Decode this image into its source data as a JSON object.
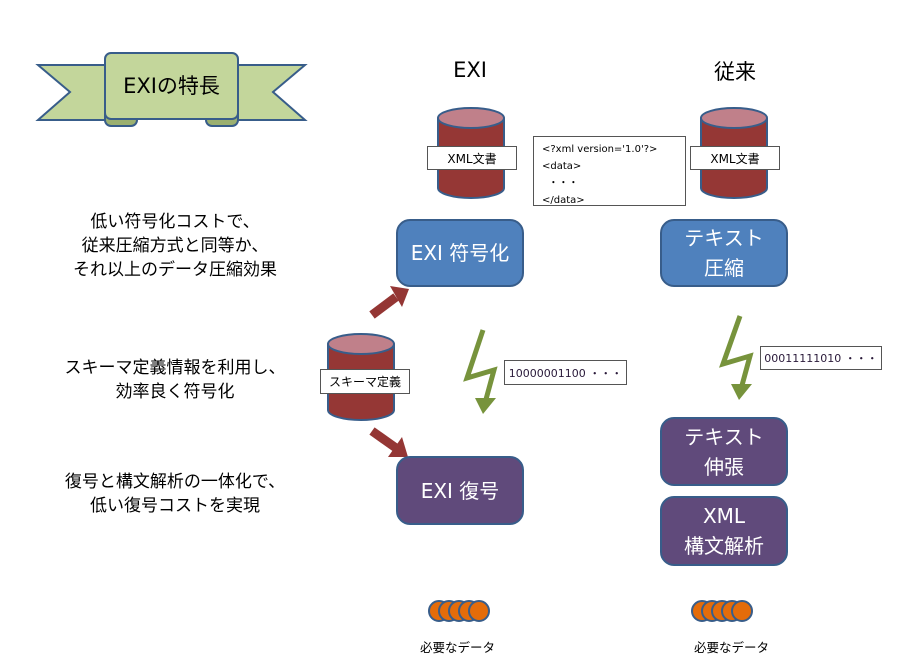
{
  "banner": {
    "title": "EXIの特長"
  },
  "columns": {
    "exi": "EXI",
    "conventional": "従来"
  },
  "features": [
    {
      "lines": [
        "低い符号化コストで、",
        "従来圧縮方式と同等か、",
        "それ以上のデータ圧縮効果"
      ]
    },
    {
      "lines": [
        "スキーマ定義情報を利用し、",
        "効率良く符号化"
      ]
    },
    {
      "lines": [
        "復号と構文解析の一体化で、",
        "低い復号コストを実現"
      ]
    }
  ],
  "databases": {
    "exi_doc": "XML文書",
    "conventional_doc": "XML文書",
    "schema": "スキーマ定義"
  },
  "xml_sample": {
    "lines": [
      "<?xml version='1.0'?>",
      "<data>",
      "  ・・・",
      "</data>"
    ]
  },
  "process_boxes": {
    "exi_encode": {
      "lines": [
        "EXI 符号化"
      ]
    },
    "exi_decode": {
      "lines": [
        "EXI 復号"
      ]
    },
    "text_compress": {
      "lines": [
        "テキスト",
        "圧縮"
      ]
    },
    "text_decompress": {
      "lines": [
        "テキスト",
        "伸張"
      ]
    },
    "xml_parse": {
      "lines": [
        "XML",
        "構文解析"
      ]
    }
  },
  "bitstreams": {
    "exi": "10000001100 ・・・",
    "conventional": "00011111010 ・・・"
  },
  "outputs": {
    "exi_label": "必要なデータ",
    "conventional_label": "必要なデータ",
    "dot_count": 5
  },
  "colors": {
    "banner_fill": "#c3d69b",
    "banner_stroke": "#385d8a",
    "db_body": "#953735",
    "db_top": "#c0808a",
    "db_stroke": "#385d8a",
    "encode_box": "#4f81bd",
    "decode_box": "#604a7b",
    "arrow_red": "#943634",
    "bolt_green": "#77933c",
    "dot_orange": "#e46c0a"
  }
}
